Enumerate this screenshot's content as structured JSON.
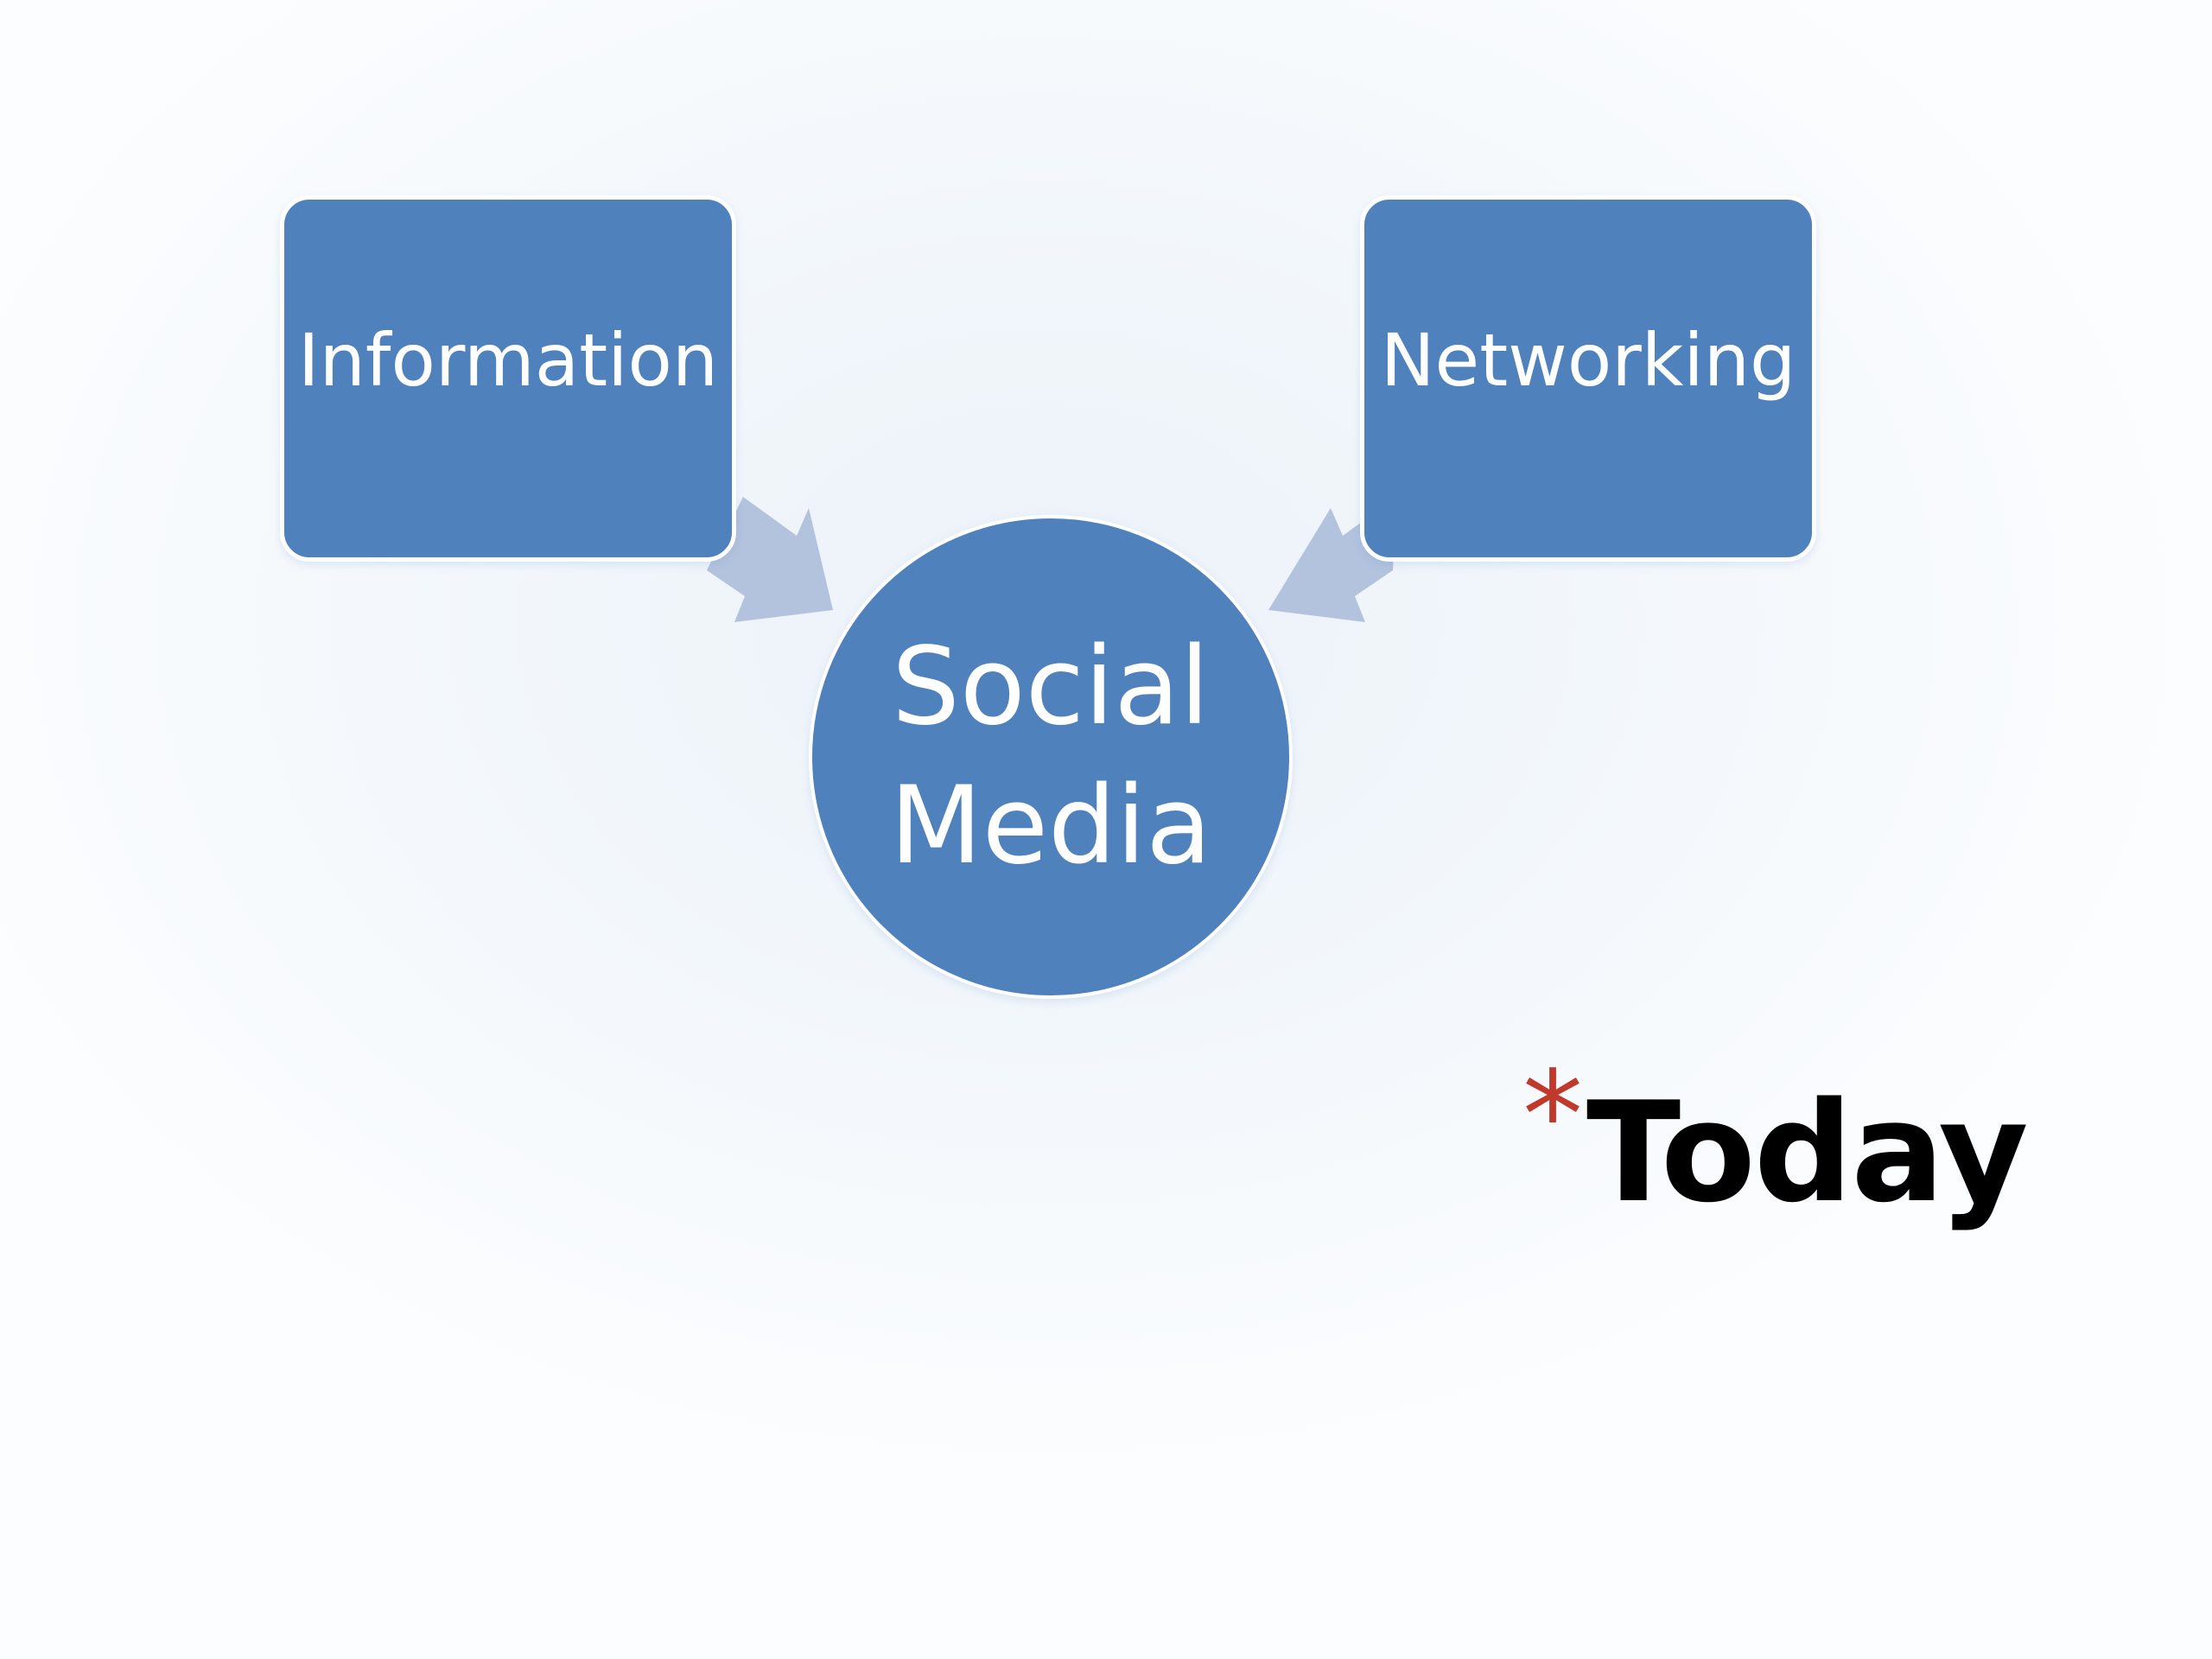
{
  "diagram": {
    "nodes": {
      "information": "Information",
      "networking": "Networking",
      "center_line1": "Social",
      "center_line2": "Media"
    },
    "edges": [
      {
        "from": "Information",
        "to": "Social Media"
      },
      {
        "from": "Networking",
        "to": "Social Media"
      }
    ]
  },
  "today": {
    "bullet": "*",
    "label": "Today"
  },
  "colors": {
    "node_fill": "#4f81bd",
    "arrow_fill": "#b3c3de",
    "bullet": "#c0392b",
    "text_light": "#ffffff",
    "text_dark": "#000000"
  }
}
